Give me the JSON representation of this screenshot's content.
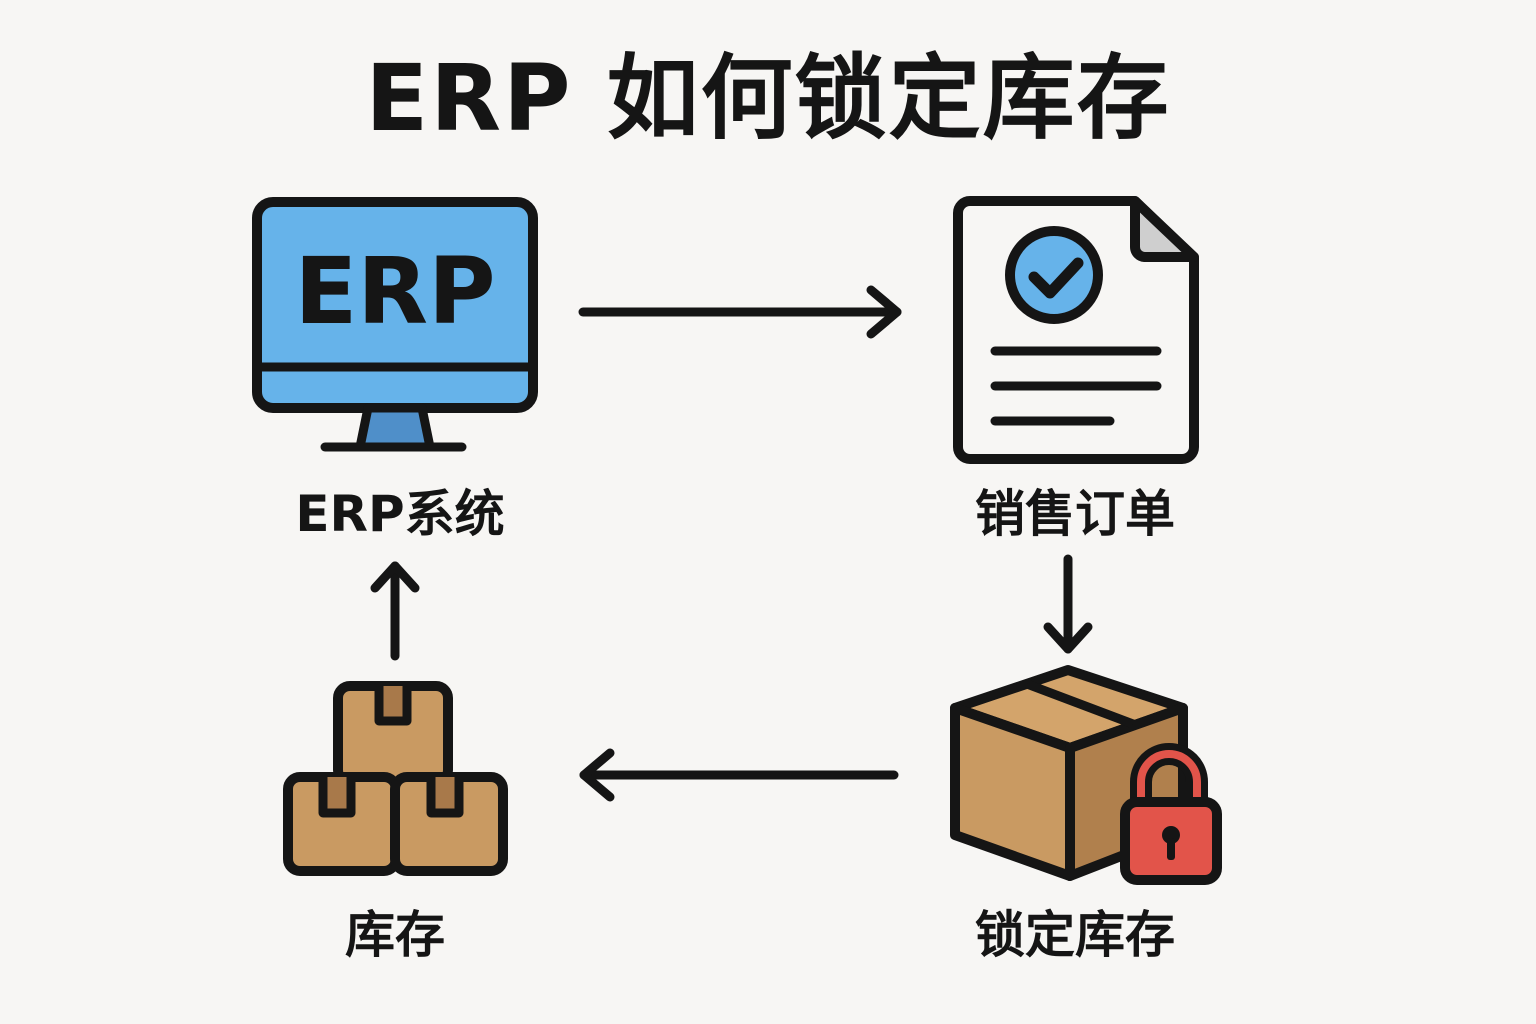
{
  "title": "ERP 如何锁定库存",
  "colors": {
    "background": "#f7f6f4",
    "outline": "#151515",
    "screen_blue": "#66b3ea",
    "stand_blue": "#4f8fc9",
    "box_tan": "#c99a62",
    "box_tan_dark": "#b0804d",
    "lock_red": "#e2544a",
    "fold_gray": "#cfcfcf"
  },
  "nodes": {
    "erp_system": {
      "label": "ERP系统",
      "icon": "monitor-icon",
      "screen_text": "ERP"
    },
    "sales_order": {
      "label": "销售订单",
      "icon": "document-check-icon"
    },
    "locked_inventory": {
      "label": "锁定库存",
      "icon": "box-lock-icon"
    },
    "inventory": {
      "label": "库存",
      "icon": "stacked-boxes-icon"
    }
  },
  "edges": [
    {
      "from": "erp_system",
      "to": "sales_order",
      "direction": "right"
    },
    {
      "from": "sales_order",
      "to": "locked_inventory",
      "direction": "down"
    },
    {
      "from": "locked_inventory",
      "to": "inventory",
      "direction": "left"
    },
    {
      "from": "inventory",
      "to": "erp_system",
      "direction": "up"
    }
  ]
}
